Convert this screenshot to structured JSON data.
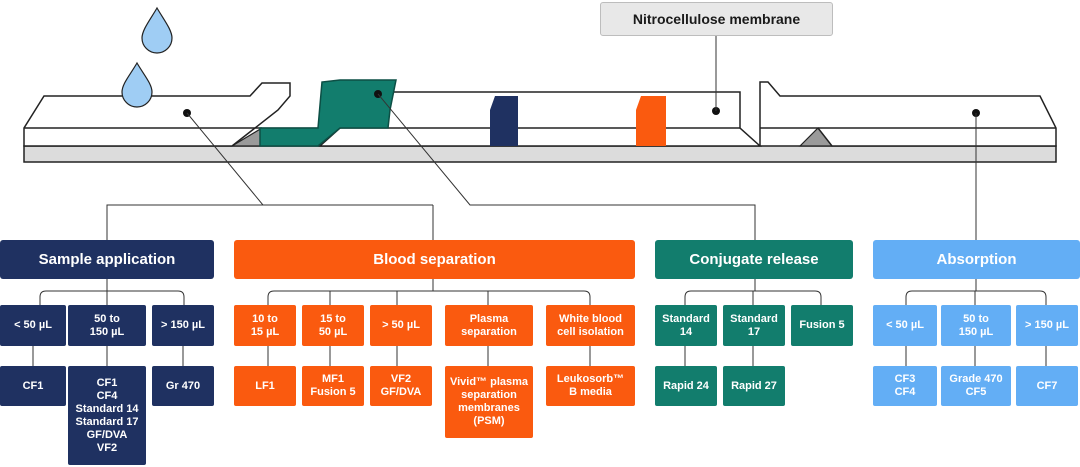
{
  "membrane_label": "Nitrocellulose membrane",
  "colors": {
    "sample": "#1f3161",
    "blood": "#fa5a0f",
    "conjugate": "#127d6d",
    "absorption": "#63aef5",
    "test_line": "#1f3161",
    "control_line": "#fa5a0f",
    "drop": "#9fcdf4"
  },
  "sections": {
    "sample": {
      "title": "Sample application",
      "volumes": [
        "< 50 µL",
        "50 to\n150 µL",
        "> 150 µL"
      ],
      "products": [
        "CF1",
        "CF1\nCF4\nStandard 14\nStandard 17\nGF/DVA\nVF2",
        "Gr 470"
      ]
    },
    "blood": {
      "title": "Blood separation",
      "volumes": [
        "10 to\n15 µL",
        "15 to\n50 µL",
        "> 50 µL"
      ],
      "volume_products": [
        "LF1",
        "MF1\nFusion 5",
        "VF2\nGF/DVA"
      ],
      "plasma": "Plasma\nseparation",
      "plasma_product": "Vivid™ plasma\nseparation\nmembranes\n(PSM)",
      "wbc": "White blood\ncell isolation",
      "wbc_product": "Leukosorb™\nB media"
    },
    "conjugate": {
      "title": "Conjugate release",
      "items": [
        "Standard\n14",
        "Standard\n17",
        "Fusion 5"
      ],
      "products": [
        "Rapid 24",
        "Rapid 27"
      ]
    },
    "absorption": {
      "title": "Absorption",
      "volumes": [
        "< 50 µL",
        "50 to\n150 µL",
        "> 150 µL"
      ],
      "products": [
        "CF3\nCF4",
        "Grade 470\nCF5",
        "CF7"
      ]
    }
  }
}
